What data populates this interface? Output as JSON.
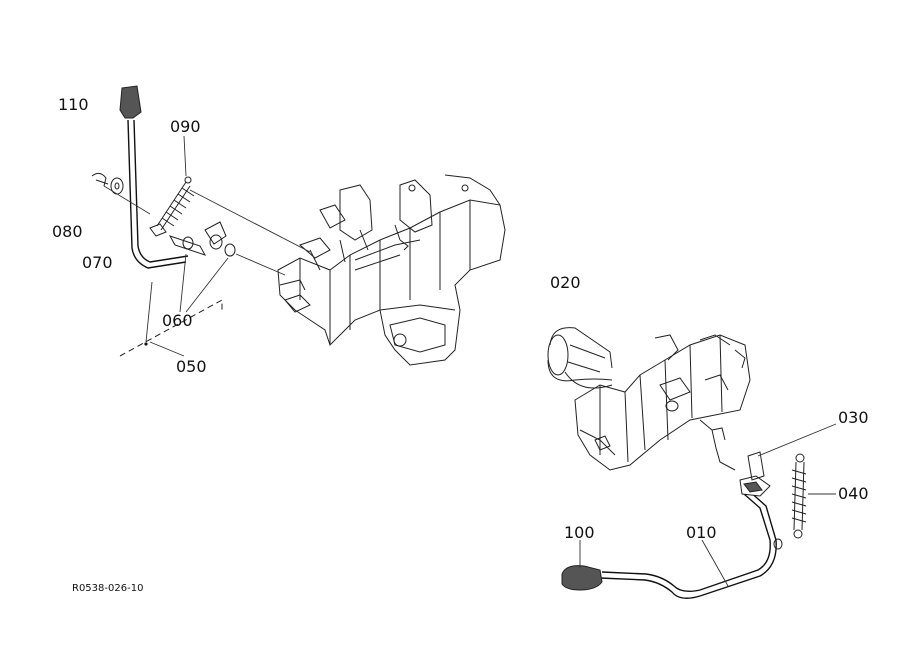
{
  "diagram": {
    "reference_code": "R0538-026-10",
    "callouts": {
      "p010": "010",
      "p020": "020",
      "p030": "030",
      "p040": "040",
      "p050": "050",
      "p060": "060",
      "p070": "070",
      "p080": "080",
      "p090": "090",
      "p100": "100",
      "p110": "110"
    }
  }
}
